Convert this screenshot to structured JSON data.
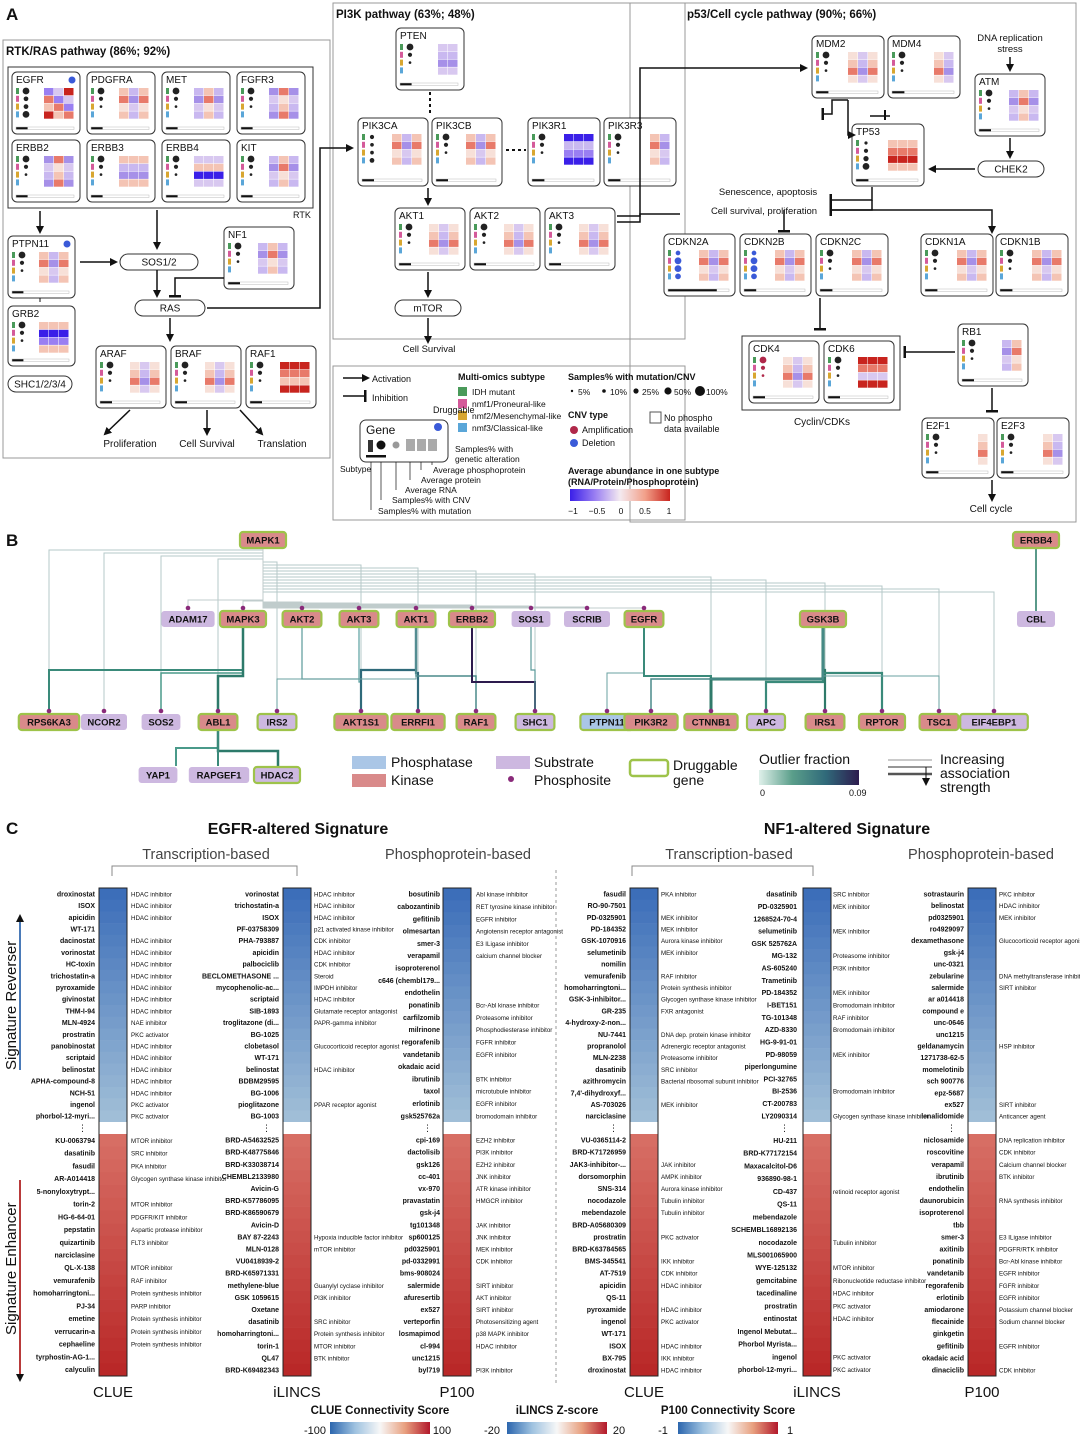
{
  "panelA": {
    "label": "A",
    "pathways": {
      "rtk": "RTK/RAS pathway (86%; 92%)",
      "pi3k": "PI3K pathway (63%; 48%)",
      "p53": "p53/Cell cycle pathway (90%; 66%)"
    },
    "rtk_group_label": "RTK",
    "genes": [
      "EGFR",
      "PDGFRA",
      "MET",
      "FGFR3",
      "ERBB2",
      "ERBB3",
      "ERBB4",
      "KIT",
      "PTPN11",
      "GRB2",
      "NF1",
      "ARAF",
      "BRAF",
      "RAF1",
      "PTEN",
      "PIK3CA",
      "PIK3CB",
      "PIK3R1",
      "PIK3R3",
      "AKT1",
      "AKT2",
      "AKT3",
      "MDM2",
      "MDM4",
      "ATM",
      "TP53",
      "CDKN2A",
      "CDKN2B",
      "CDKN2C",
      "CDKN1A",
      "CDKN1B",
      "CDK4",
      "CDK6",
      "RB1",
      "E2F1",
      "E2F3"
    ],
    "nodes": {
      "sos": "SOS1/2",
      "ras": "RAS",
      "shc": "SHC1/2/3/4",
      "chek2": "CHEK2",
      "mtor": "mTOR",
      "prolif": "Proliferation",
      "survival": "Cell Survival",
      "translation": "Translation",
      "cell_survival2": "Cell Survival",
      "dna_rep": "DNA replication stress",
      "senescence": "Senescence, apoptosis",
      "survival_prolif": "Cell survival, proliferation",
      "cyclin": "Cyclin/CDKs",
      "cycle": "Cell cycle"
    },
    "legend": {
      "activation": "Activation",
      "inhibition": "Inhibition",
      "subtype_title": "Multi-omics subtype",
      "subtypes": [
        {
          "name": "IDH mutant",
          "color": "#4a9a5a"
        },
        {
          "name": "nmf1/Proneural-like",
          "color": "#d45a9a"
        },
        {
          "name": "nmf2/Mesenchymal-like",
          "color": "#d8a630"
        },
        {
          "name": "nmf3/Classical-like",
          "color": "#5aa6d8"
        }
      ],
      "samples_title": "Samples% with mutation/CNV",
      "samples": [
        "5%",
        "10%",
        "25%",
        "50%",
        "100%"
      ],
      "cnv_title": "CNV type",
      "amplification": "Amplification",
      "deletion": "Deletion",
      "no_phospho": "No phospho data available",
      "gene": "Gene",
      "druggable": "Druggable",
      "subtype": "Subtype",
      "genetic_alt": "Samples% with genetic alteration",
      "avg_phospho": "Average phosphoprotein",
      "avg_protein": "Average protein",
      "avg_rna": "Average RNA",
      "cnv": "Samples% with CNV",
      "mutation": "Samples% with mutation",
      "abundance_title": "Average abundance in one subtype (RNA/Protein/Phosphoprotein)",
      "ticks": [
        "−1",
        "−0.5",
        "0",
        "0.5",
        "1"
      ]
    }
  },
  "panelB": {
    "label": "B",
    "top": [
      "MAPK1",
      "ERBB4"
    ],
    "middle": [
      "ADAM17",
      "MAPK3",
      "AKT2",
      "AKT3",
      "AKT1",
      "ERBB2",
      "SOS1",
      "SCRIB",
      "EGFR",
      "GSK3B",
      "CBL"
    ],
    "bottom": [
      "RPS6KA3",
      "NCOR2",
      "SOS2",
      "ABL1",
      "IRS2",
      "AKT1S1",
      "ERRFI1",
      "RAF1",
      "SHC1",
      "PTPN11",
      "PIK3R2",
      "CTNNB1",
      "APC",
      "IRS1",
      "RPTOR",
      "TSC1",
      "EIF4EBP1"
    ],
    "extra": [
      "YAP1",
      "RAPGEF1",
      "HDAC2"
    ],
    "legend": {
      "phosphatase": "Phosphatase",
      "kinase": "Kinase",
      "substrate": "Substrate",
      "phosphosite": "Phosphosite",
      "druggable": "Druggable gene",
      "outlier": "Outlier fraction",
      "min": "0",
      "max": "0.09",
      "strength": "Increasing association strength"
    }
  },
  "panelC": {
    "label": "C",
    "egfr_title": "EGFR-altered Signature",
    "nf1_title": "NF1-altered Signature",
    "transcription": "Transcription-based",
    "phospho": "Phosphoprotein-based",
    "reverser": "Signature Reverser",
    "enhancer": "Signature Enhancer",
    "cols": [
      "CLUE",
      "iLINCS",
      "P100",
      "CLUE",
      "iLINCS",
      "P100"
    ],
    "colorbars": [
      {
        "title": "CLUE Connectivity Score",
        "min": "-100",
        "max": "100"
      },
      {
        "title": "iLINCS Z-score",
        "min": "-20",
        "max": "20"
      },
      {
        "title": "P100 Connectivity Score",
        "min": "-1",
        "max": "1"
      }
    ],
    "c1": {
      "top": [
        "droxinostat",
        "ISOX",
        "apicidin",
        "WT-171",
        "dacinostat",
        "vorinostat",
        "HC-toxin",
        "trichostatin-a",
        "pyroxamide",
        "givinostat",
        "THM-I-94",
        "MLN-4924",
        "prostratin",
        "panobinostat",
        "scriptaid",
        "belinostat",
        "APHA-compound-8",
        "NCH-51",
        "ingenol",
        "phorbol-12-myri..."
      ],
      "topm": [
        "HDAC inhibitor",
        "HDAC inhibitor",
        "HDAC inhibitor",
        "",
        "HDAC inhibitor",
        "HDAC inhibitor",
        "HDAC inhibitor",
        "HDAC inhibitor",
        "HDAC inhibitor",
        "HDAC inhibitor",
        "HDAC inhibitor",
        "NAE inhibitor",
        "PKC activator",
        "HDAC inhibitor",
        "HDAC inhibitor",
        "HDAC inhibitor",
        "HDAC inhibitor",
        "HDAC inhibitor",
        "PKC activator",
        "PKC activator"
      ],
      "bot": [
        "KU-0063794",
        "dasatinib",
        "fasudil",
        "AR-A014418",
        "5-nonyloxytrypt...",
        "torin-2",
        "HG-6-64-01",
        "pepstatin",
        "quizartinib",
        "narciclasine",
        "QL-X-138",
        "vemurafenib",
        "homoharringtoni...",
        "PJ-34",
        "emetine",
        "verrucarin-a",
        "cephaeline",
        "tyrphostin-AG-1...",
        "calyculin"
      ],
      "botm": [
        "MTOR inhibitor",
        "SRC inhibitor",
        "PKA inhibitor",
        "Glycogen synthase kinase inhibitor",
        "",
        "MTOR inhibitor",
        "PDGFR/KIT inhibitor",
        "Aspartic protease inhibitor",
        "FLT3 inhibitor",
        "",
        "MTOR inhibitor",
        "RAF inhibitor",
        "Protein synthesis inhibitor",
        "PARP inhibitor",
        "Protein synthesis inhibitor",
        "Protein synthesis inhibitor",
        "Protein synthesis inhibitor",
        "",
        ""
      ]
    },
    "c2": {
      "top": [
        "vorinostat",
        "trichostatin-a",
        "ISOX",
        "PF-03758309",
        "PHA-793887",
        "apicidin",
        "palbociclib",
        "BECLOMETHASONE ...",
        "mycophenolic-ac...",
        "scriptaid",
        "SIB-1893",
        "troglitazone (di...",
        "BG-1025",
        "clobetasol",
        "WT-171",
        "belinostat",
        "BDBM29595",
        "BG-1006",
        "pioglitazone",
        "BG-1003"
      ],
      "topm": [
        "HDAC inhibitor",
        "HDAC inhibitor",
        "HDAC inhibitor",
        "p21 activated kinase inhibitor",
        "CDK inhibitor",
        "HDAC inhibitor",
        "CDK inhibitor",
        "Steroid",
        "IMPDH inhibitor",
        "HDAC inhibitor",
        "Glutamate receptor antagonist",
        "PAPR-gamma inhibitor",
        "",
        "Glucocorticoid receptor agonist",
        "",
        "HDAC inhibitor",
        "",
        "",
        "PPAR receptor agonist",
        ""
      ],
      "bot": [
        "BRD-A54632525",
        "BRD-K48775846",
        "BRD-K33038714",
        "CHEMBL2133980",
        "Avicin-G",
        "BRD-K57786095",
        "BRD-K86590679",
        "Avicin-D",
        "BAY 87-2243",
        "MLN-0128",
        "VU0418939-2",
        "BRD-K65971331",
        "methylene-blue",
        "GSK 1059615",
        "Oxetane",
        "dasatinib",
        "homoharringtoni...",
        "torin-1",
        "QL47",
        "BRD-K69482343"
      ],
      "botm": [
        "",
        "",
        "",
        "",
        "",
        "",
        "",
        "",
        "Hypoxia inducible factor inhibitor",
        "mTOR inhibitor",
        "",
        "",
        "Guanylyl cyclase inhibitor",
        "PI3K inhibitor",
        "",
        "SRC inhibitor",
        "Protein synthesis inhibitor",
        "MTOR inhibitor",
        "BTK inhibitor",
        ""
      ]
    },
    "c3": {
      "top": [
        "bosutinib",
        "cabozantinib",
        "gefitinib",
        "olmesartan",
        "smer-3",
        "verapamil",
        "isoproterenol",
        "c646 (chembl179...",
        "endothelin",
        "ponatinib",
        "carfilzomib",
        "milrinone",
        "regorafenib",
        "vandetanib",
        "okadaic acid",
        "ibrutinib",
        "taxol",
        "erlotinib",
        "gsk525762a"
      ],
      "topm": [
        "Abl kinase inhibitor",
        "RET tyrosine kinase inhibitor",
        "EGFR inhibitor",
        "Angiotensin receptor antagonist",
        "E3 ILigase inhibitor",
        "calcium channel blocker",
        "",
        "",
        "",
        "Bcr-Abl kinase inhibitor",
        "Proteasome inhibitor",
        "Phosphodiesterase inhibitor",
        "FGFR inhibitor",
        "EGFR inhibitor",
        "",
        "BTK inhibitor",
        "microtubule inhibitor",
        "EGFR inhibitor",
        "bromodomain inhibitor"
      ],
      "bot": [
        "cpi-169",
        "dactolisib",
        "gsk126",
        "cc-401",
        "vx-970",
        "pravastatin",
        "gsk-j4",
        "tg101348",
        "sp600125",
        "pd0325901",
        "pd-0332991",
        "bms-908024",
        "salermide",
        "afuresertib",
        "ex527",
        "verteporfin",
        "losmapimod",
        "cl-994",
        "unc1215",
        "byl719"
      ],
      "botm": [
        "EZH2 inhibitor",
        "PI3K inhibitor",
        "EZH2 inhibitor",
        "JNK inhibitor",
        "ATR kinase inhibitor",
        "HMGCR inhibitor",
        "",
        "JAK inhibitor",
        "JNK inhibitor",
        "MEK inhibitor",
        "CDK inhibitor",
        "",
        "SIRT inhibitor",
        "AKT inhibitor",
        "SIRT inhibitor",
        "Photosensitizing agent",
        "p38 MAPK inhibitor",
        "HDAC inhibitor",
        "",
        "PI3K inhibitor"
      ]
    },
    "c4": {
      "top": [
        "fasudil",
        "RO-90-7501",
        "PD-0325901",
        "PD-184352",
        "GSK-1070916",
        "selumetinib",
        "nomilin",
        "vemurafenib",
        "homoharringtoni...",
        "GSK-3-inhibitor...",
        "GR-235",
        "4-hydroxy-2-non...",
        "NU-7441",
        "propranolol",
        "MLN-2238",
        "dasatinib",
        "azithromycin",
        "7,4'-dihydroxyf...",
        "AS-703026",
        "narciclasine"
      ],
      "topm": [
        "PKA inhibitor",
        "",
        "MEK inhibitor",
        "MEK inhibitor",
        "Aurora kinase inhibitor",
        "MEK inhibitor",
        "",
        "RAF inhibitor",
        "Protein synthesis inhibitor",
        "Glycogen synthase kinase inhibitor",
        "FXR antagonist",
        "",
        "DNA dep. protein kinase inhibitor",
        "Adrenergic receptor antagonist",
        "Proteasome inhibitor",
        "SRC inhibitor",
        "Bacterial ribosomal subunit inhibitor",
        "",
        "MEK inhibitor",
        ""
      ],
      "bot": [
        "VU-0365114-2",
        "BRD-K71726959",
        "JAK3-inhibitor-...",
        "dorsomorphin",
        "SNS-314",
        "nocodazole",
        "mebendazole",
        "BRD-A05680309",
        "prostratin",
        "BRD-K63784565",
        "BMS-345541",
        "AT-7519",
        "apicidin",
        "QS-11",
        "pyroxamide",
        "ingenol",
        "WT-171",
        "ISOX",
        "BX-795",
        "droxinostat"
      ],
      "botm": [
        "",
        "",
        "JAK inhibitor",
        "AMPK inhibitor",
        "Aurora kinase inhibitor",
        "Tubulin inhibitor",
        "Tubulin inhibitor",
        "",
        "PKC activator",
        "",
        "IKK inhibitor",
        "CDK inhibitor",
        "HDAC inhibitor",
        "",
        "HDAC inhibitor",
        "PKC activator",
        "",
        "HDAC inhibitor",
        "IKK inhibitor",
        "HDAC inhibitor"
      ]
    },
    "c5": {
      "top": [
        "dasatinib",
        "PD-0325901",
        "1268524-70-4",
        "selumetinib",
        "GSK 525762A",
        "MG-132",
        "AS-605240",
        "Trametinib",
        "PD-184352",
        "I-BET151",
        "TG-101348",
        "AZD-8330",
        "HG-9-91-01",
        "PD-98059",
        "piperlongumine",
        "PCI-32765",
        "BI-2536",
        "CT-200783",
        "LY2090314"
      ],
      "topm": [
        "SRC inhibitor",
        "MEK inhibitor",
        "",
        "MEK inhibitor",
        "",
        "Proteasome inhibitor",
        "PI3K inhibitor",
        "",
        "MEK inhibitor",
        "Bromodomain inhibitor",
        "RAF inhibitor",
        "Bromodomain inhibitor",
        "",
        "MEK inhibitor",
        "",
        "",
        "Bromodomain inhibitor",
        "",
        "Glycogen synthase kinase inhibitor"
      ],
      "bot": [
        "HU-211",
        "BRD-K77172154",
        "Maxacalcitol-D6",
        "936890-98-1",
        "CD-437",
        "QS-11",
        "mebendazole",
        "SCHEMBL16892136",
        "nocodazole",
        "MLS001065900",
        "WYE-125132",
        "gemcitabine",
        "tacedinaline",
        "prostratin",
        "entinostat",
        "Ingenol Mebutat...",
        "Phorbol Myrista...",
        "ingenol",
        "phorbol-12-myri..."
      ],
      "botm": [
        "",
        "",
        "",
        "",
        "retinoid receptor agonist",
        "",
        "",
        "",
        "Tubulin inhibitor",
        "",
        "MTOR inhibitor",
        "Ribonucleotide reductase inhibitor",
        "HDAC inhibitor",
        "PKC activator",
        "HDAC inhibitor",
        "",
        "",
        "PKC activator",
        "PKC activator"
      ]
    },
    "c6": {
      "top": [
        "sotrastaurin",
        "belinostat",
        "pd0325901",
        "ro4929097",
        "dexamethasone",
        "gsk-j4",
        "unc-0321",
        "zebularine",
        "salermide",
        "ar a014418",
        "compound e",
        "unc-0646",
        "unc1215",
        "geldanamycin",
        "1271738-62-5",
        "momelotinib",
        "sch 900776",
        "epz-5687",
        "ex527",
        "lenalidomide"
      ],
      "topm": [
        "PKC inhibitor",
        "HDAC inhibitor",
        "MEK inhibitor",
        "",
        "Glucocorticoid receptor agonist",
        "",
        "",
        "DNA methyltransferase inhibitor",
        "SIRT inhibitor",
        "",
        "",
        "",
        "",
        "HSP inhibitor",
        "",
        "",
        "",
        "",
        "SIRT inhibitor",
        "Anticancer agent"
      ],
      "bot": [
        "niclosamide",
        "roscovitine",
        "verapamil",
        "ibrutinib",
        "endothelin",
        "daunorubicin",
        "isoproterenol",
        "tbb",
        "smer-3",
        "axitinib",
        "ponatinib",
        "vandetanib",
        "regorafenib",
        "erlotinib",
        "amiodarone",
        "flecainide",
        "ginkgetin",
        "gefitinib",
        "okadaic acid",
        "dinaciclib"
      ],
      "botm": [
        "DNA replication inhibitor",
        "CDK inhibitor",
        "Calcium channel blocker",
        "BTK inhibitor",
        "",
        "RNA synthesis inhibitor",
        "",
        "",
        "E3 ILigase inhibitor",
        "PDGFR/RTK inhibitor",
        "Bcr-Abl kinase inhibitor",
        "EGFR inhibitor",
        "FGFR inhibitor",
        "EGFR inhibitor",
        "Potassium channel blocker",
        "Sodium channel blocker",
        "",
        "EGFR inhibitor",
        "",
        "CDK inhibitor"
      ]
    }
  }
}
